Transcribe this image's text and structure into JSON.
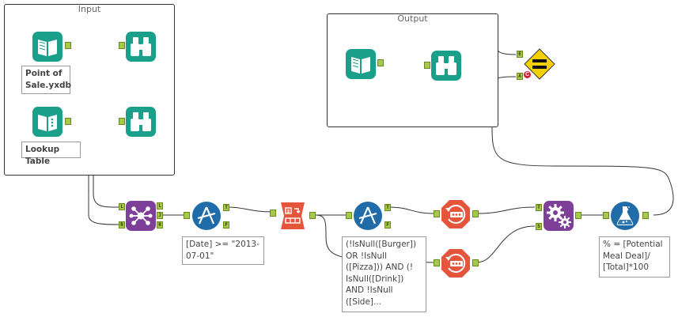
{
  "containers": {
    "input": {
      "title": "Input"
    },
    "output": {
      "title": "Output"
    }
  },
  "annotations": {
    "point_of_sale": "Point of\nSale.yxdb",
    "lookup_table": "Lookup Table",
    "date_filter": "[Date] >= \"2013-\n07-01\"",
    "null_filter": "(!IsNull([Burger])\nOR !IsNull\n([Pizza])) AND (!\nIsNull([Drink])\nAND !IsNull\n([Side]...",
    "formula": "% = [Potential\nMeal Deal]/\n[Total]*100"
  },
  "anchors": {
    "join_left": "L",
    "join_right": "R",
    "join_out_left": "L",
    "join_out_join": "J",
    "join_out_right": "R",
    "filter_true": "T",
    "filter_false": "F",
    "union_top": "T",
    "union_bottom": "S",
    "expect_equal_e": "E",
    "expect_equal_a": "A"
  },
  "colors": {
    "input_tool": "#1aa08a",
    "browse_tool": "#1aa08a",
    "join_tool": "#7e3f98",
    "filter_tool": "#1f6ca8",
    "transform_tool": "#e5553c",
    "formula_tool": "#1f6ca8",
    "expect_equal": "#f5d000",
    "wire": "#333333"
  },
  "icons": {
    "input": "book-input-icon",
    "browse": "binoculars-icon",
    "join": "join-icon",
    "filter": "filter-icon",
    "crosstab": "crosstab-icon",
    "sample": "sample-icon",
    "union": "gears-icon",
    "formula": "flask-icon",
    "expect_equal": "equals-sign-icon"
  }
}
